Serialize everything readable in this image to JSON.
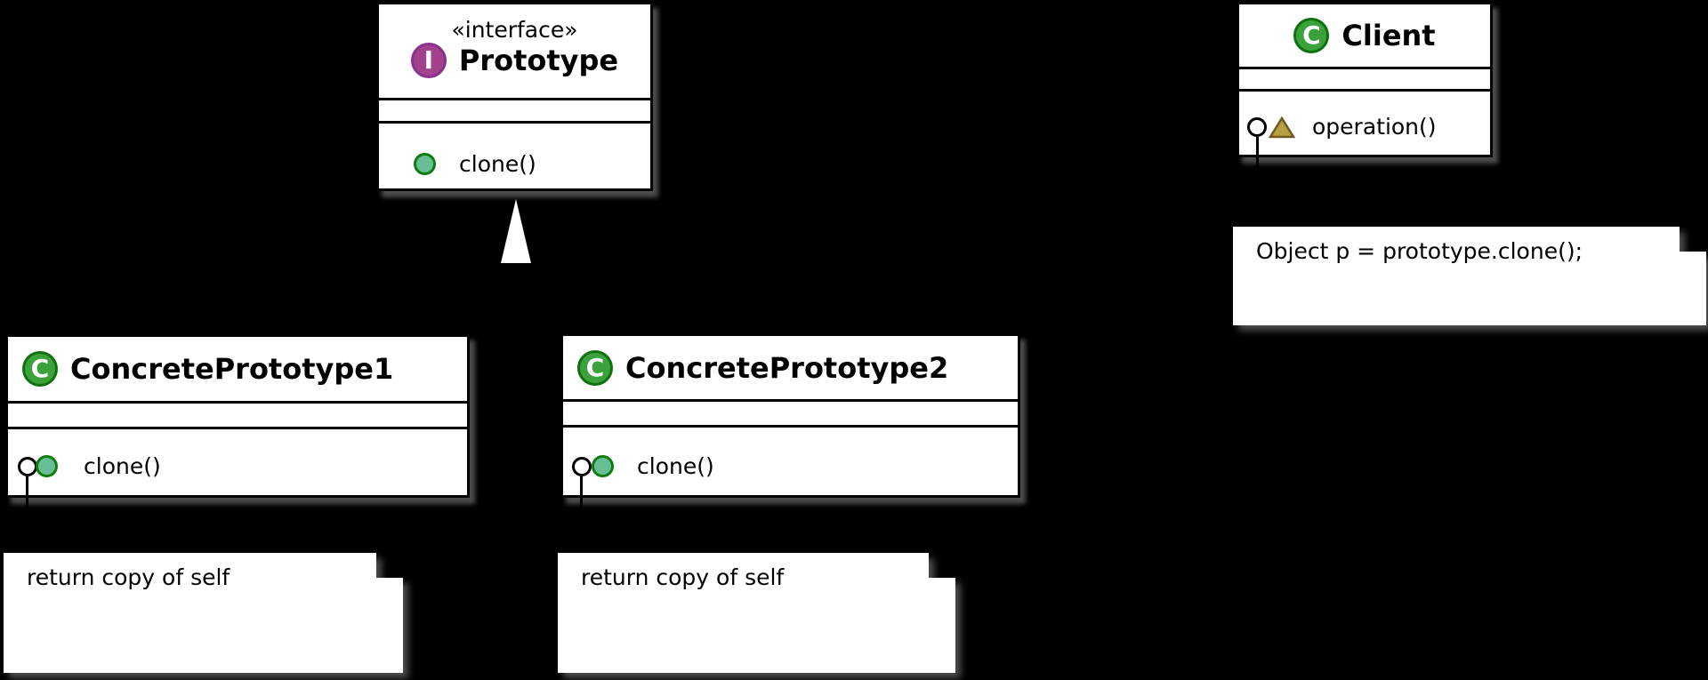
{
  "canvas": {
    "background": "#000000"
  },
  "colors": {
    "box_fill": "#ffffff",
    "box_border": "#000000",
    "shadow": "#8a8a8a",
    "text": "#000000",
    "interface_spot_fill": "#A3418C",
    "interface_spot_border": "#87328C",
    "class_spot_fill": "#3BA23B",
    "class_spot_border": "#0E700E",
    "public_method_fill": "#67BE96",
    "public_method_border": "#0D7D0D",
    "package_method_fill": "#B5A042",
    "package_method_border": "#6E591F",
    "arrowhead_fill": "#ffffff"
  },
  "classes": [
    {
      "stereotype": "«interface»",
      "name": "Prototype",
      "spot": "I",
      "members": [
        {
          "label": "clone()",
          "visibility": "public"
        }
      ]
    },
    {
      "name": "Client",
      "spot": "C",
      "members": [
        {
          "label": "operation()",
          "visibility": "package"
        }
      ]
    },
    {
      "name": "ConcretePrototype1",
      "spot": "C",
      "members": [
        {
          "label": "clone()",
          "visibility": "public"
        }
      ]
    },
    {
      "name": "ConcretePrototype2",
      "spot": "C",
      "members": [
        {
          "label": "clone()",
          "visibility": "public"
        }
      ]
    }
  ],
  "notes": [
    {
      "text": "Object p = prototype.clone();",
      "attached_to": "Client::operation"
    },
    {
      "text": "return copy of self",
      "attached_to": "ConcretePrototype1::clone"
    },
    {
      "text": "return copy of self",
      "attached_to": "ConcretePrototype2::clone"
    }
  ]
}
